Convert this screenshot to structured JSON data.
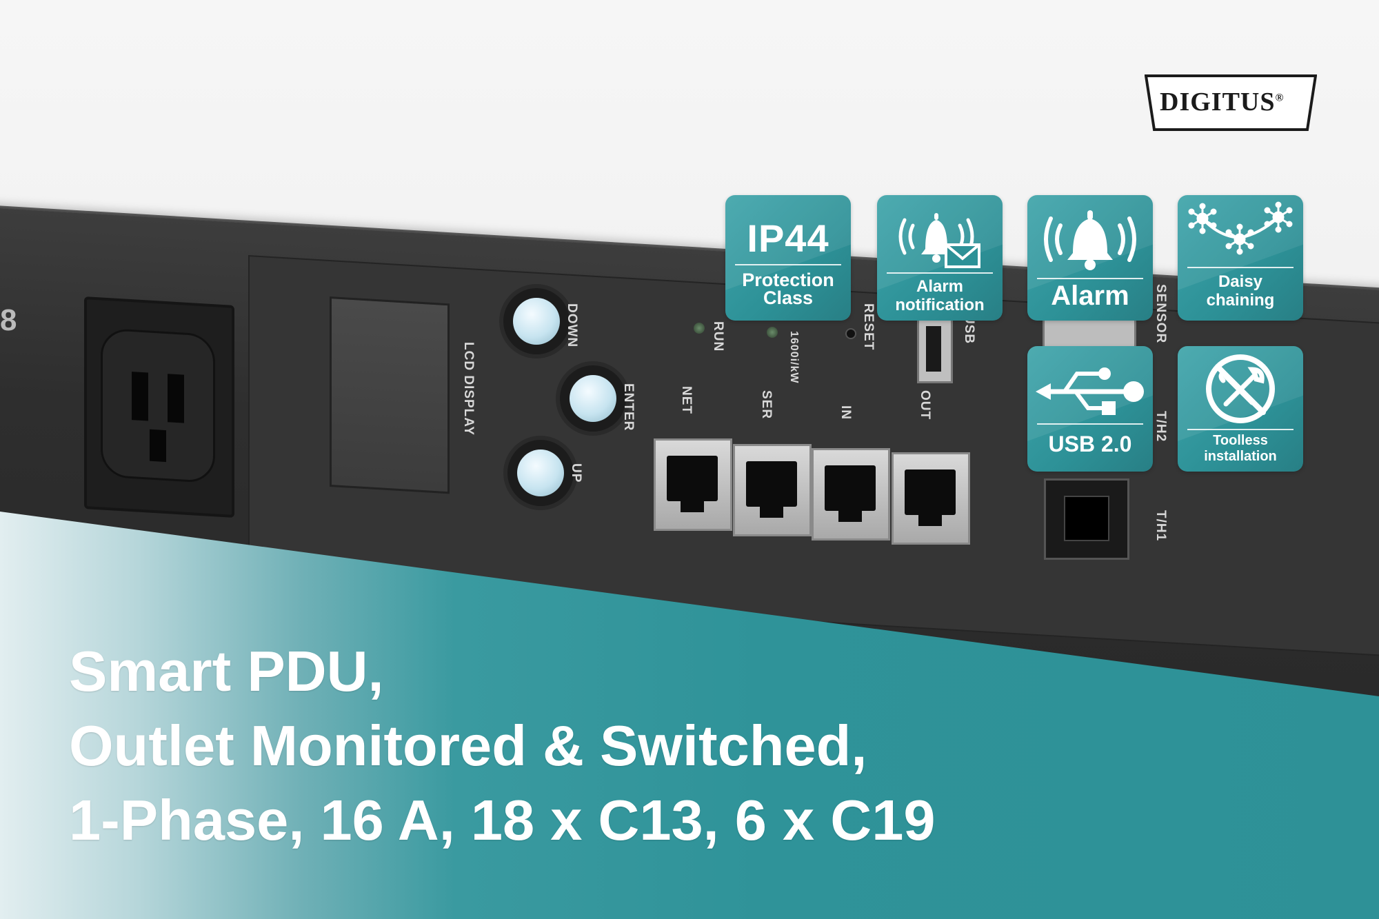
{
  "brand": {
    "logo_text": "DIGITUS",
    "registered": "®"
  },
  "colors": {
    "teal": "#2e9197",
    "badge_teal": "#3ea4aa",
    "panel_dark": "#353535",
    "text_white": "#ffffff"
  },
  "device": {
    "outlet_marker": "8",
    "lcd_label": "LCD DISPLAY",
    "buttons": {
      "down": "DOWN",
      "enter": "ENTER",
      "up": "UP"
    },
    "indicators": {
      "run": "RUN",
      "kw": "1600i/kW",
      "reset": "RESET",
      "usb": "USB"
    },
    "ports": {
      "net": "NET",
      "ser": "SER",
      "in": "IN",
      "out": "OUT",
      "sensor": "SENSOR",
      "th2": "T/H2",
      "th1": "T/H1"
    }
  },
  "badges": {
    "ip44": {
      "big": "IP44",
      "label_line1": "Protection",
      "label_line2": "Class",
      "icon": "ip44-text"
    },
    "alarm_notification": {
      "label_line1": "Alarm",
      "label_line2": "notification",
      "icon": "bell-envelope-icon"
    },
    "alarm": {
      "label": "Alarm",
      "icon": "bell-icon"
    },
    "daisy": {
      "label_line1": "Daisy",
      "label_line2": "chaining",
      "icon": "daisy-chain-icon"
    },
    "usb": {
      "label": "USB 2.0",
      "icon": "usb-icon"
    },
    "toolless": {
      "label_line1": "Toolless",
      "label_line2": "installation",
      "icon": "no-tools-icon"
    }
  },
  "title": {
    "line1": "Smart PDU,",
    "line2": "Outlet Monitored & Switched,",
    "line3": "1-Phase, 16 A, 18 x C13, 6 x C19"
  }
}
